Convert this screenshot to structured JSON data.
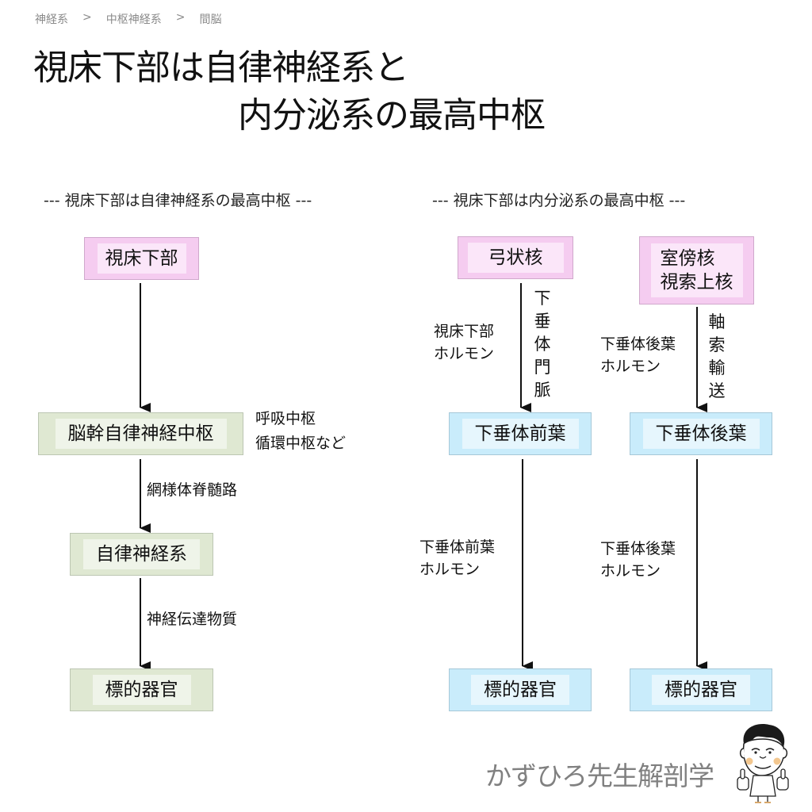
{
  "breadcrumb": [
    "神経系",
    "中枢神経系",
    "間脳"
  ],
  "breadcrumb_separator": ">",
  "title": {
    "line1": "視床下部は自律神経系と",
    "line2": "内分泌系の最高中枢"
  },
  "left": {
    "heading": "--- 視床下部は自律神経系の最高中枢 ---",
    "nodes": {
      "hypothalamus": "視床下部",
      "brainstem_center": "脳幹自律神経中枢",
      "autonomic": "自律神経系",
      "target": "標的器官"
    },
    "note": [
      "呼吸中枢",
      "循環中枢など"
    ],
    "edges": {
      "brainstem_to_autonomic": "網様体脊髄路",
      "autonomic_to_target": "神経伝達物質"
    }
  },
  "right": {
    "heading": "--- 視床下部は内分泌系の最高中枢 ---",
    "anterior": {
      "source": "弓状核",
      "hormone_label": [
        "視床下部",
        "ホルモン"
      ],
      "pathway_vertical": "下垂体門脈",
      "gland": "下垂体前葉",
      "gland_hormone": [
        "下垂体前葉",
        "ホルモン"
      ],
      "target": "標的器官"
    },
    "posterior": {
      "source": [
        "室傍核",
        "視索上核"
      ],
      "hormone_label": [
        "下垂体後葉",
        "ホルモン"
      ],
      "pathway_vertical": "軸索輸送",
      "gland": "下垂体後葉",
      "gland_hormone": [
        "下垂体後葉",
        "ホルモン"
      ],
      "target": "標的器官"
    }
  },
  "brand": {
    "name": "かずひろ先生解剖学",
    "mascot": "teacher-thumbs-up-illustration"
  },
  "colors": {
    "hypothalamus_box": "#f5ccf0",
    "autonomic_box": "#dfe8d2",
    "pituitary_box": "#c9ecfb",
    "arrow": "#111111",
    "breadcrumb_text": "#8a8a8a",
    "brand_text": "#808080"
  }
}
